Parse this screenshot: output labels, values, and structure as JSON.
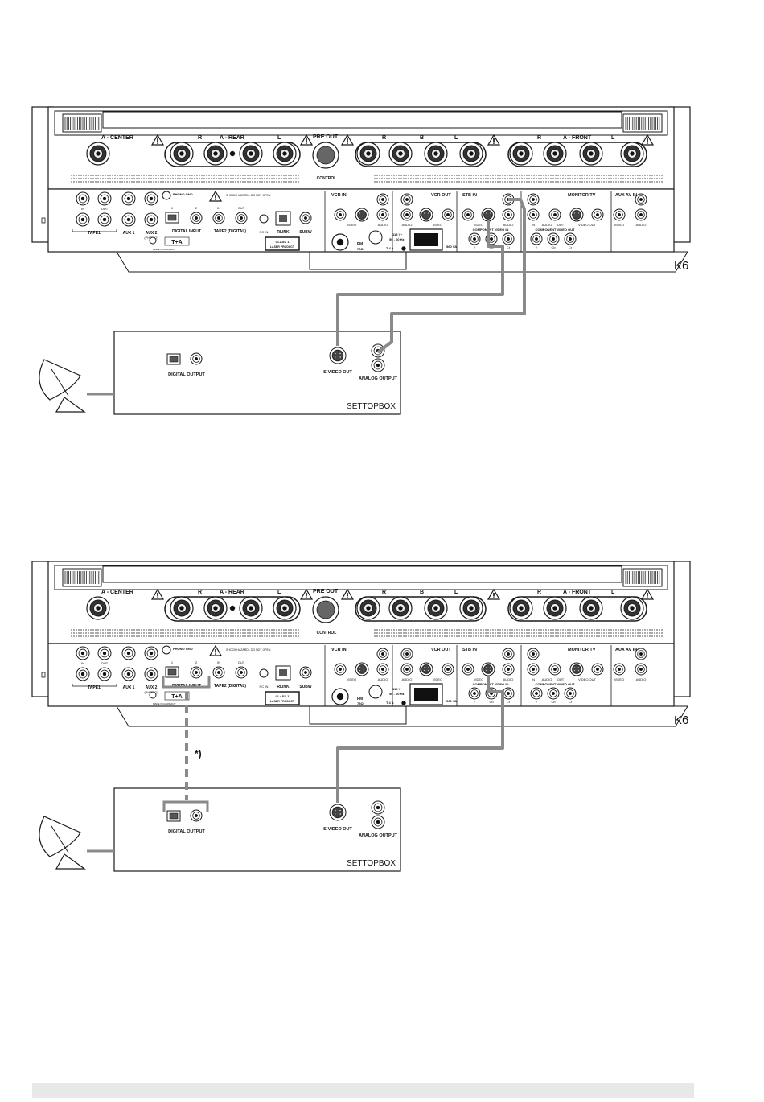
{
  "model_label": "K6",
  "settopbox_label": "SETTOPBOX",
  "footnote_marker": "*)",
  "labels": {
    "center": "A - CENTER",
    "rear": "A - REAR",
    "b": "B",
    "front": "A - FRONT",
    "pre_out": "PRE OUT",
    "control": "CONTROL",
    "r": "R",
    "l": "L",
    "phono_gnd": "PHONO GND",
    "in": "IN",
    "out": "OUT",
    "tape1": "TAPE1",
    "aux1": "AUX 1",
    "aux2": "AUX 2",
    "phono": "(PHONO)",
    "digital_input": "DIGITAL INPUT",
    "tape2": "TAPE2 (DIGITAL)",
    "rc_in": "RC IN",
    "rlink": "RLINK",
    "subw": "SUBW",
    "class1": "CLASS 1",
    "laser": "LASER PRODUCT",
    "vcr_in": "VCR IN",
    "vcr_out": "VCR OUT",
    "video": "VIDEO",
    "audio": "AUDIO",
    "fm": "FM",
    "ohm": "75Ω",
    "mains_voltage": "115 V~",
    "mains_freq": "50 - 60 Hz",
    "fuse": "T 4 A",
    "power": "560 VA",
    "stb_in": "STB IN",
    "component_video_in": "COMPONENT VIDEO IN",
    "component_video_out": "COMPONENT VIDEO OUT",
    "monitor_tv": "MONITOR TV",
    "video_out": "VIDEO OUT",
    "aux_av_in": "AUX AV IN",
    "y": "Y",
    "cb": "Cb",
    "cr": "Cr",
    "one": "1",
    "two": "2",
    "ta": "T+A",
    "made_in": "MADE IN GERMANY",
    "shock": "SHOCK HAZARD - DO NOT OPEN"
  },
  "stb_labels": {
    "digital_output": "DIGITAL OUTPUT",
    "svideo_out": "S-VIDEO OUT",
    "analog_output": "ANALOG OUTPUT"
  },
  "colors": {
    "cable": "#8a8a8a",
    "panel": "#ffffff",
    "stroke": "#1a1a1a",
    "footer": "#e8e8e8"
  }
}
